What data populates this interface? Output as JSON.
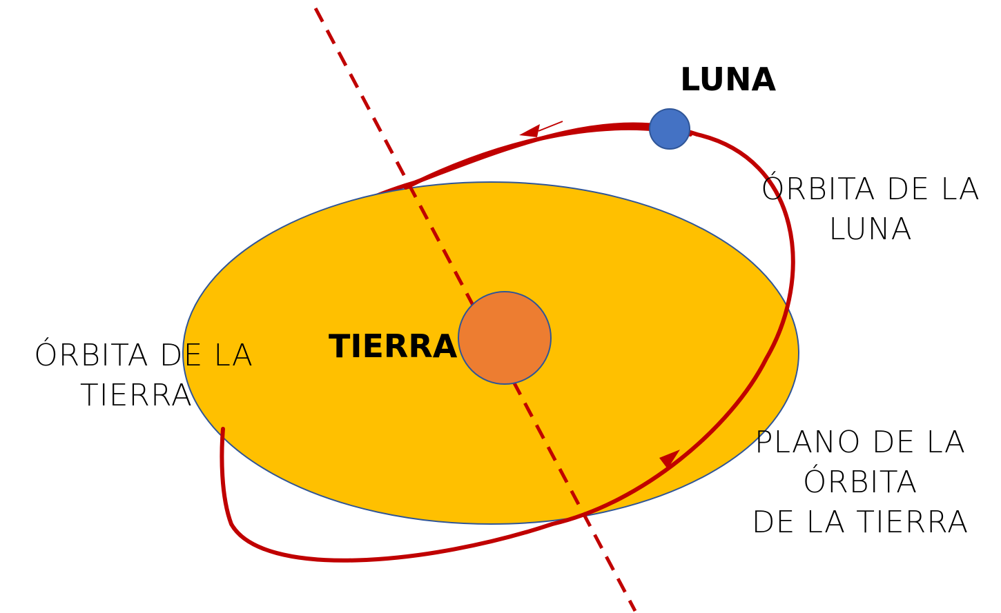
{
  "labels": {
    "luna": "LUNA",
    "tierra": "TIERRA",
    "orbita_luna": [
      "ÓRBITA DE LA",
      "LUNA"
    ],
    "orbita_tierra": [
      "ÓRBITA DE LA",
      "TIERRA"
    ],
    "plano_orbita_tierra": [
      "PLANO DE LA",
      "ÓRBITA",
      "DE LA TIERRA"
    ]
  },
  "colors": {
    "earth_orbit_plane": "#FFC000",
    "earth_orbit_outline": "#2F5597",
    "earth": "#ED7D31",
    "moon": "#4472C4",
    "moon_orbit": "#C00000",
    "axis_line": "#C00000"
  },
  "icons": {
    "earth": "orange-circle",
    "moon": "blue-circle",
    "direction": "arrowhead"
  }
}
